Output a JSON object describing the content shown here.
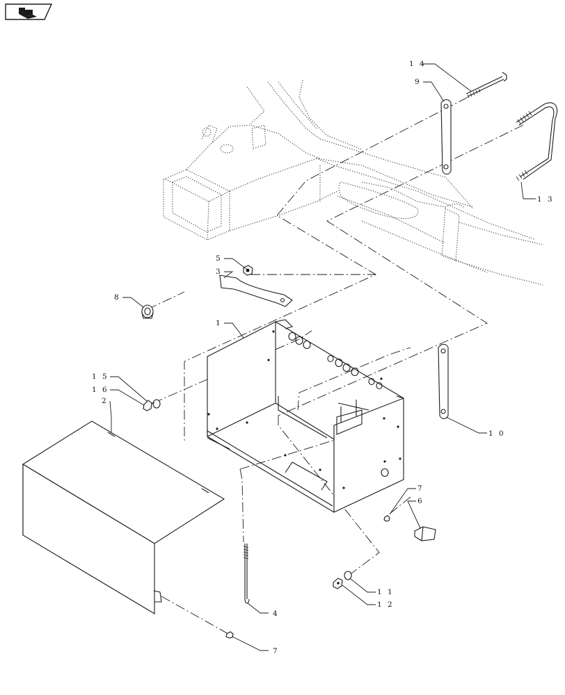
{
  "nav_icon": "previous-page-arrow-icon",
  "callouts": [
    {
      "id": "c14",
      "label": "1 4"
    },
    {
      "id": "c9",
      "label": "9"
    },
    {
      "id": "c13",
      "label": "1 3"
    },
    {
      "id": "c5",
      "label": "5"
    },
    {
      "id": "c3",
      "label": "3"
    },
    {
      "id": "c8",
      "label": "8"
    },
    {
      "id": "c1",
      "label": "1"
    },
    {
      "id": "c15",
      "label": "1 5"
    },
    {
      "id": "c16",
      "label": "1 6"
    },
    {
      "id": "c2",
      "label": "2"
    },
    {
      "id": "c10",
      "label": "1 0"
    },
    {
      "id": "c7a",
      "label": "7"
    },
    {
      "id": "c6",
      "label": "6"
    },
    {
      "id": "c11",
      "label": "1 1"
    },
    {
      "id": "c12",
      "label": "1 2"
    },
    {
      "id": "c4",
      "label": "4"
    },
    {
      "id": "c7b",
      "label": "7"
    }
  ]
}
